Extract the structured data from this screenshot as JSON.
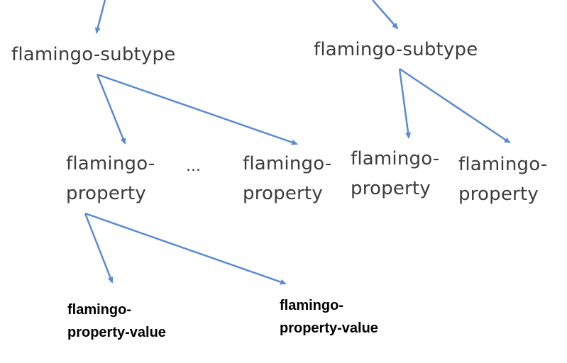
{
  "colors": {
    "arrow": "#5b8bd0",
    "text": "#3c3c3c",
    "leaf_text": "#000000"
  },
  "subtypes": {
    "left": "flamingo-subtype",
    "right": "flamingo-subtype"
  },
  "properties": {
    "p1": [
      "flamingo-",
      "property"
    ],
    "p2": [
      "flamingo-",
      "property"
    ],
    "p3": [
      "flamingo-",
      "property"
    ],
    "p4": [
      "flamingo-",
      "property"
    ]
  },
  "ellipsis": "...",
  "values": {
    "v1": [
      "flamingo-",
      "property-value"
    ],
    "v2": [
      "flamingo-",
      "property-value"
    ]
  }
}
